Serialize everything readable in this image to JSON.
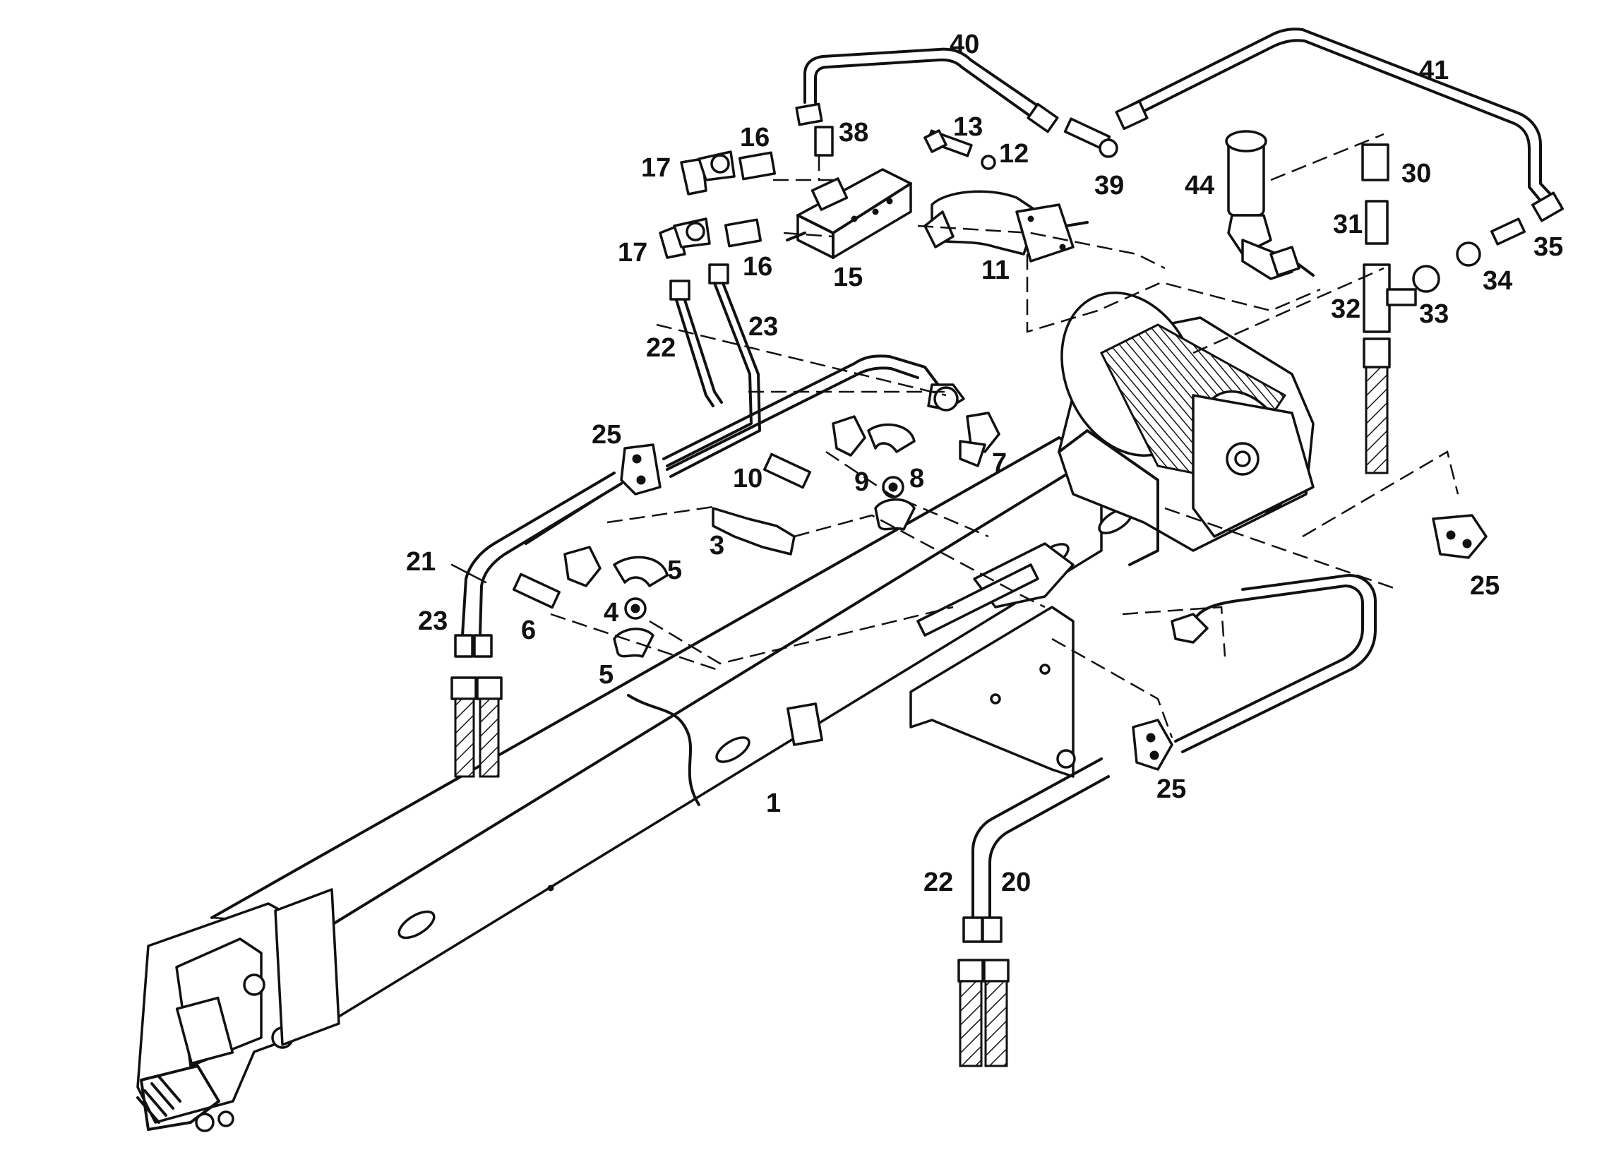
{
  "diagram": {
    "labels": {
      "l1": "1",
      "l3": "3",
      "l4": "4",
      "l5a": "5",
      "l5b": "5",
      "l6": "6",
      "l7": "7",
      "l8": "8",
      "l9": "9",
      "l10": "10",
      "l11": "11",
      "l12": "12",
      "l13": "13",
      "l15": "15",
      "l16a": "16",
      "l16b": "16",
      "l17a": "17",
      "l17b": "17",
      "l20": "20",
      "l21": "21",
      "l22a": "22",
      "l22b": "22",
      "l23a": "23",
      "l23b": "23",
      "l25a": "25",
      "l25b": "25",
      "l25c": "25",
      "l30": "30",
      "l31": "31",
      "l32": "32",
      "l33": "33",
      "l34": "34",
      "l35": "35",
      "l38": "38",
      "l39": "39",
      "l40": "40",
      "l41": "41",
      "l44": "44"
    },
    "line_color": "#111111",
    "background": "#ffffff"
  }
}
